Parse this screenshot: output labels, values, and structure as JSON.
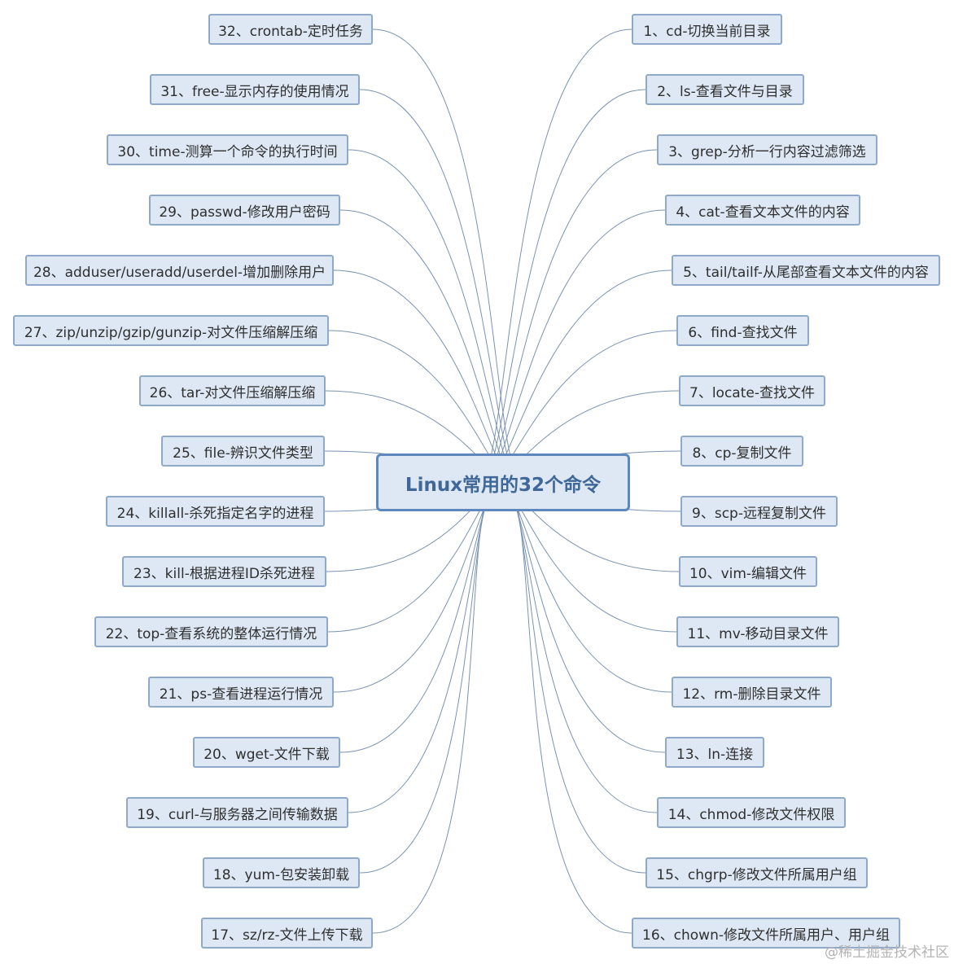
{
  "center_label": "Linux常用的32个命令",
  "watermark": "@稀土掘金技术社区",
  "colors": {
    "node_fill": "#dde8f4",
    "node_border": "#8fa9c8",
    "center_border": "#5d87bd",
    "center_text": "#3f6797",
    "link": "#7a93b3"
  },
  "right_items": [
    "1、cd-切换当前目录",
    "2、ls-查看文件与目录",
    "3、grep-分析一行内容过滤筛选",
    "4、cat-查看文本文件的内容",
    "5、tail/tailf-从尾部查看文本文件的内容",
    "6、find-查找文件",
    "7、locate-查找文件",
    "8、cp-复制文件",
    "9、scp-远程复制文件",
    "10、vim-编辑文件",
    "11、mv-移动目录文件",
    "12、rm-删除目录文件",
    "13、ln-连接",
    "14、chmod-修改文件权限",
    "15、chgrp-修改文件所属用户组",
    "16、chown-修改文件所属用户、用户组"
  ],
  "left_items": [
    "32、crontab-定时任务",
    "31、free-显示内存的使用情况",
    "30、time-测算一个命令的执行时间",
    "29、passwd-修改用户密码",
    "28、adduser/useradd/userdel-增加删除用户",
    "27、zip/unzip/gzip/gunzip-对文件压缩解压缩",
    "26、tar-对文件压缩解压缩",
    "25、file-辨识文件类型",
    "24、killall-杀死指定名字的进程",
    "23、kill-根据进程ID杀死进程",
    "22、top-查看系统的整体运行情况",
    "21、ps-查看进程运行情况",
    "20、wget-文件下载",
    "19、curl-与服务器之间传输数据",
    "18、yum-包安装卸载",
    "17、sz/rz-文件上传下载"
  ]
}
